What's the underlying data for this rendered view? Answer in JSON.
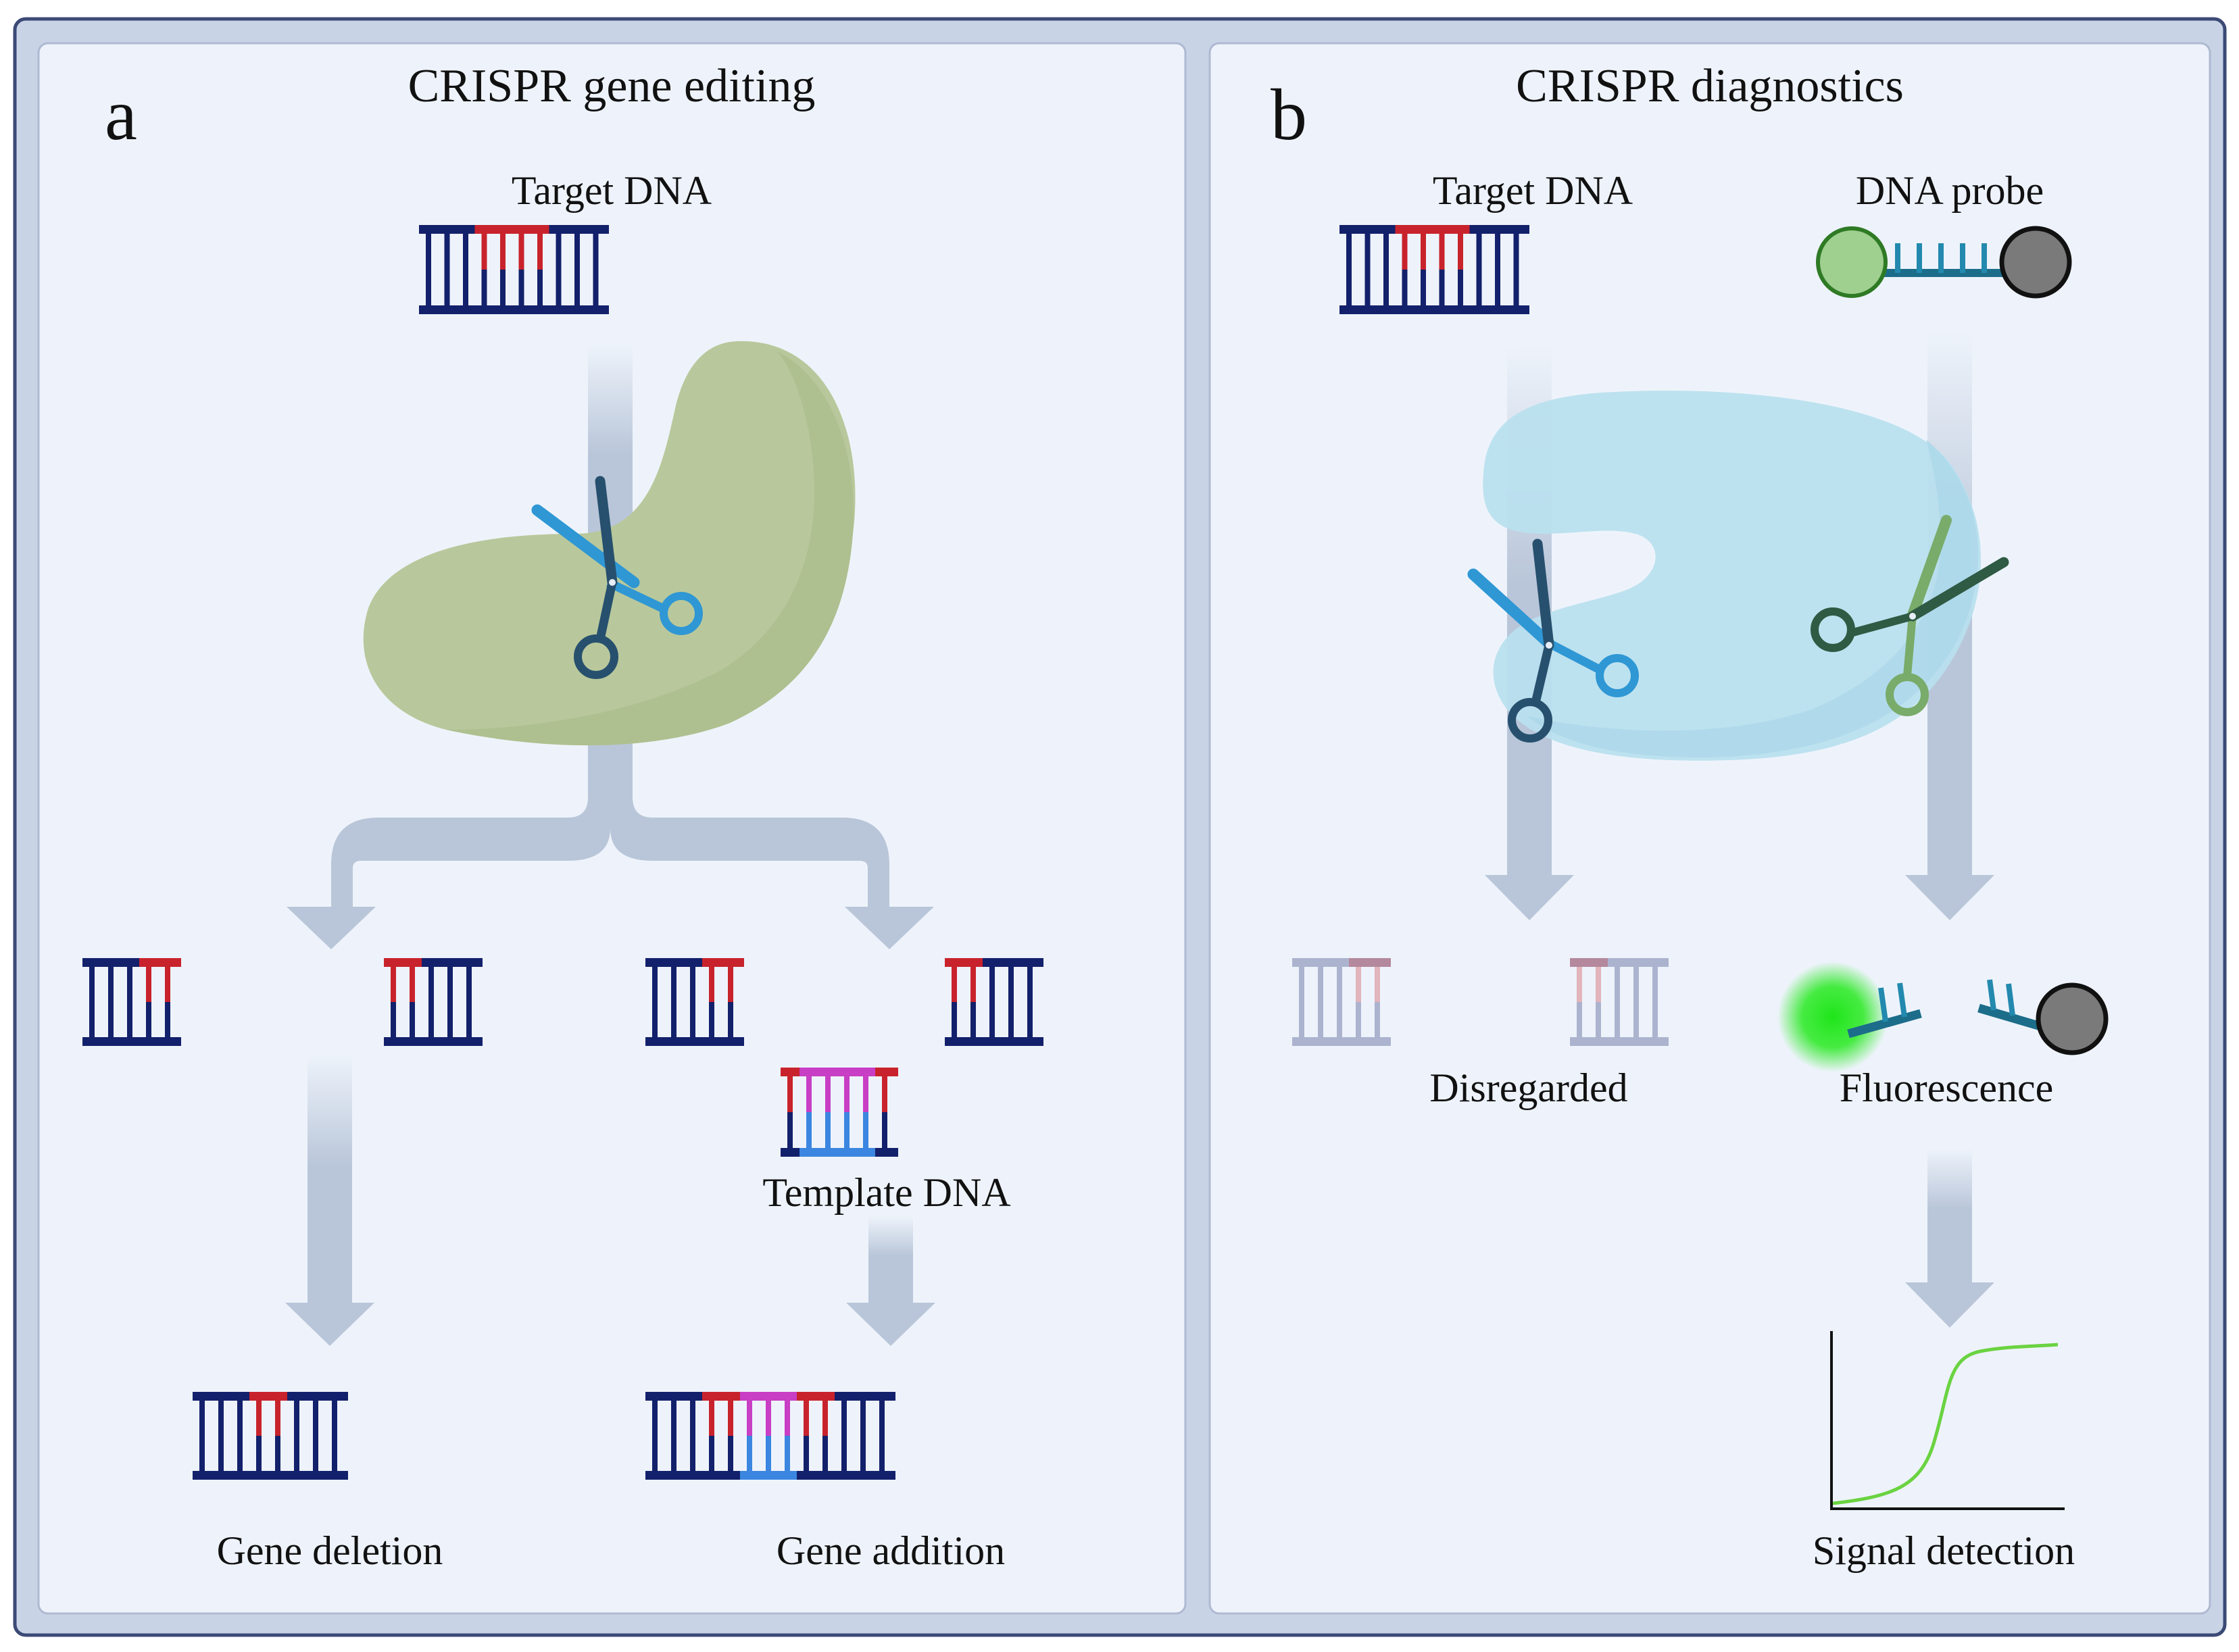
{
  "panel_a": {
    "letter": "a",
    "title": "CRISPR gene editing",
    "target_label": "Target DNA",
    "template_label": "Template DNA",
    "deletion_label": "Gene deletion",
    "addition_label": "Gene addition"
  },
  "panel_b": {
    "letter": "b",
    "title": "CRISPR diagnostics",
    "target_label": "Target DNA",
    "probe_label": "DNA probe",
    "disregarded_label": "Disregarded",
    "fluorescence_label": "Fluorescence",
    "signal_label": "Signal detection"
  },
  "colors": {
    "frame_outer": "#c9d3e6",
    "frame_border": "#3b4a75",
    "panel_bg": "#eef3fb",
    "arrow": "#b9c6d9",
    "dna_backbone": "#13206b",
    "dna_target": "#c8232c",
    "dna_template_top": "#c83ec4",
    "dna_template_bottom": "#3b86e0",
    "cas_a": "#b9c89c",
    "cas_b": "#b9e0ee",
    "scissors_dark": "#27506e",
    "scissors_light": "#2f97d4",
    "scissors_green_dark": "#2f5a44",
    "scissors_green_light": "#79ab6a",
    "fluor_green": "#2ee628",
    "quencher": "#7a7a7a",
    "probe_line": "#1c6d8a",
    "probe_fluor": "#9fd08f",
    "curve": "#6ad341"
  }
}
